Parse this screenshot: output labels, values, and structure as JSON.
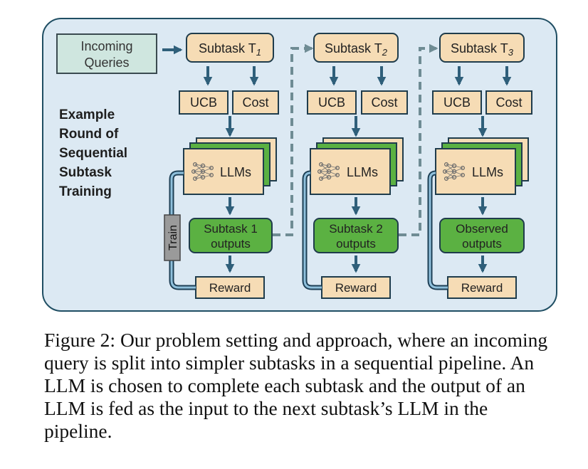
{
  "figure": {
    "incoming": [
      "Incoming",
      "Queries"
    ],
    "example_label": [
      "Example",
      "Round of",
      "Sequential",
      "Subtask",
      "Training"
    ],
    "columns": [
      {
        "subtask_prefix": "Subtask T",
        "subtask_sub": "1",
        "ucb": "UCB",
        "cost": "Cost",
        "llms": "LLMs",
        "output": [
          "Subtask 1",
          "outputs"
        ],
        "reward": "Reward"
      },
      {
        "subtask_prefix": "Subtask T",
        "subtask_sub": "2",
        "ucb": "UCB",
        "cost": "Cost",
        "llms": "LLMs",
        "output": [
          "Subtask 2",
          "outputs"
        ],
        "reward": "Reward"
      },
      {
        "subtask_prefix": "Subtask T",
        "subtask_sub": "3",
        "ucb": "UCB",
        "cost": "Cost",
        "llms": "LLMs",
        "output": [
          "Observed",
          "outputs"
        ],
        "reward": "Reward"
      }
    ],
    "train_label": "Train"
  },
  "caption": "Figure 2: Our problem setting and approach, where an incoming query is split into simpler subtasks in a sequential pipeline. An LLM is chosen to complete each subtask and the output of an LLM is fed as the input to the next subtask’s LLM in the pipeline."
}
